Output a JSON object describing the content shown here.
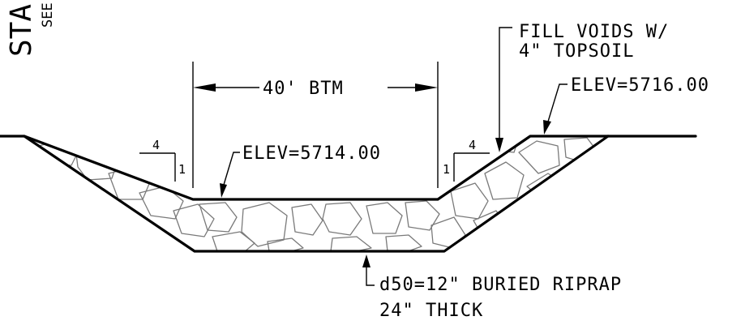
{
  "title": {
    "large": "STA",
    "small": "SEE"
  },
  "labels": {
    "bottom_width": "40' BTM",
    "fill_voids_line1": "FILL VOIDS W/",
    "fill_voids_line2": "4\" TOPSOIL",
    "elev_top": "ELEV=5716.00",
    "elev_bottom": "ELEV=5714.00",
    "riprap_line1": "d50=12\" BURIED RIPRAP",
    "riprap_line2": "24\" THICK"
  },
  "slopes": {
    "left_run": "4",
    "left_rise": "1",
    "right_run": "4",
    "right_rise": "1"
  }
}
